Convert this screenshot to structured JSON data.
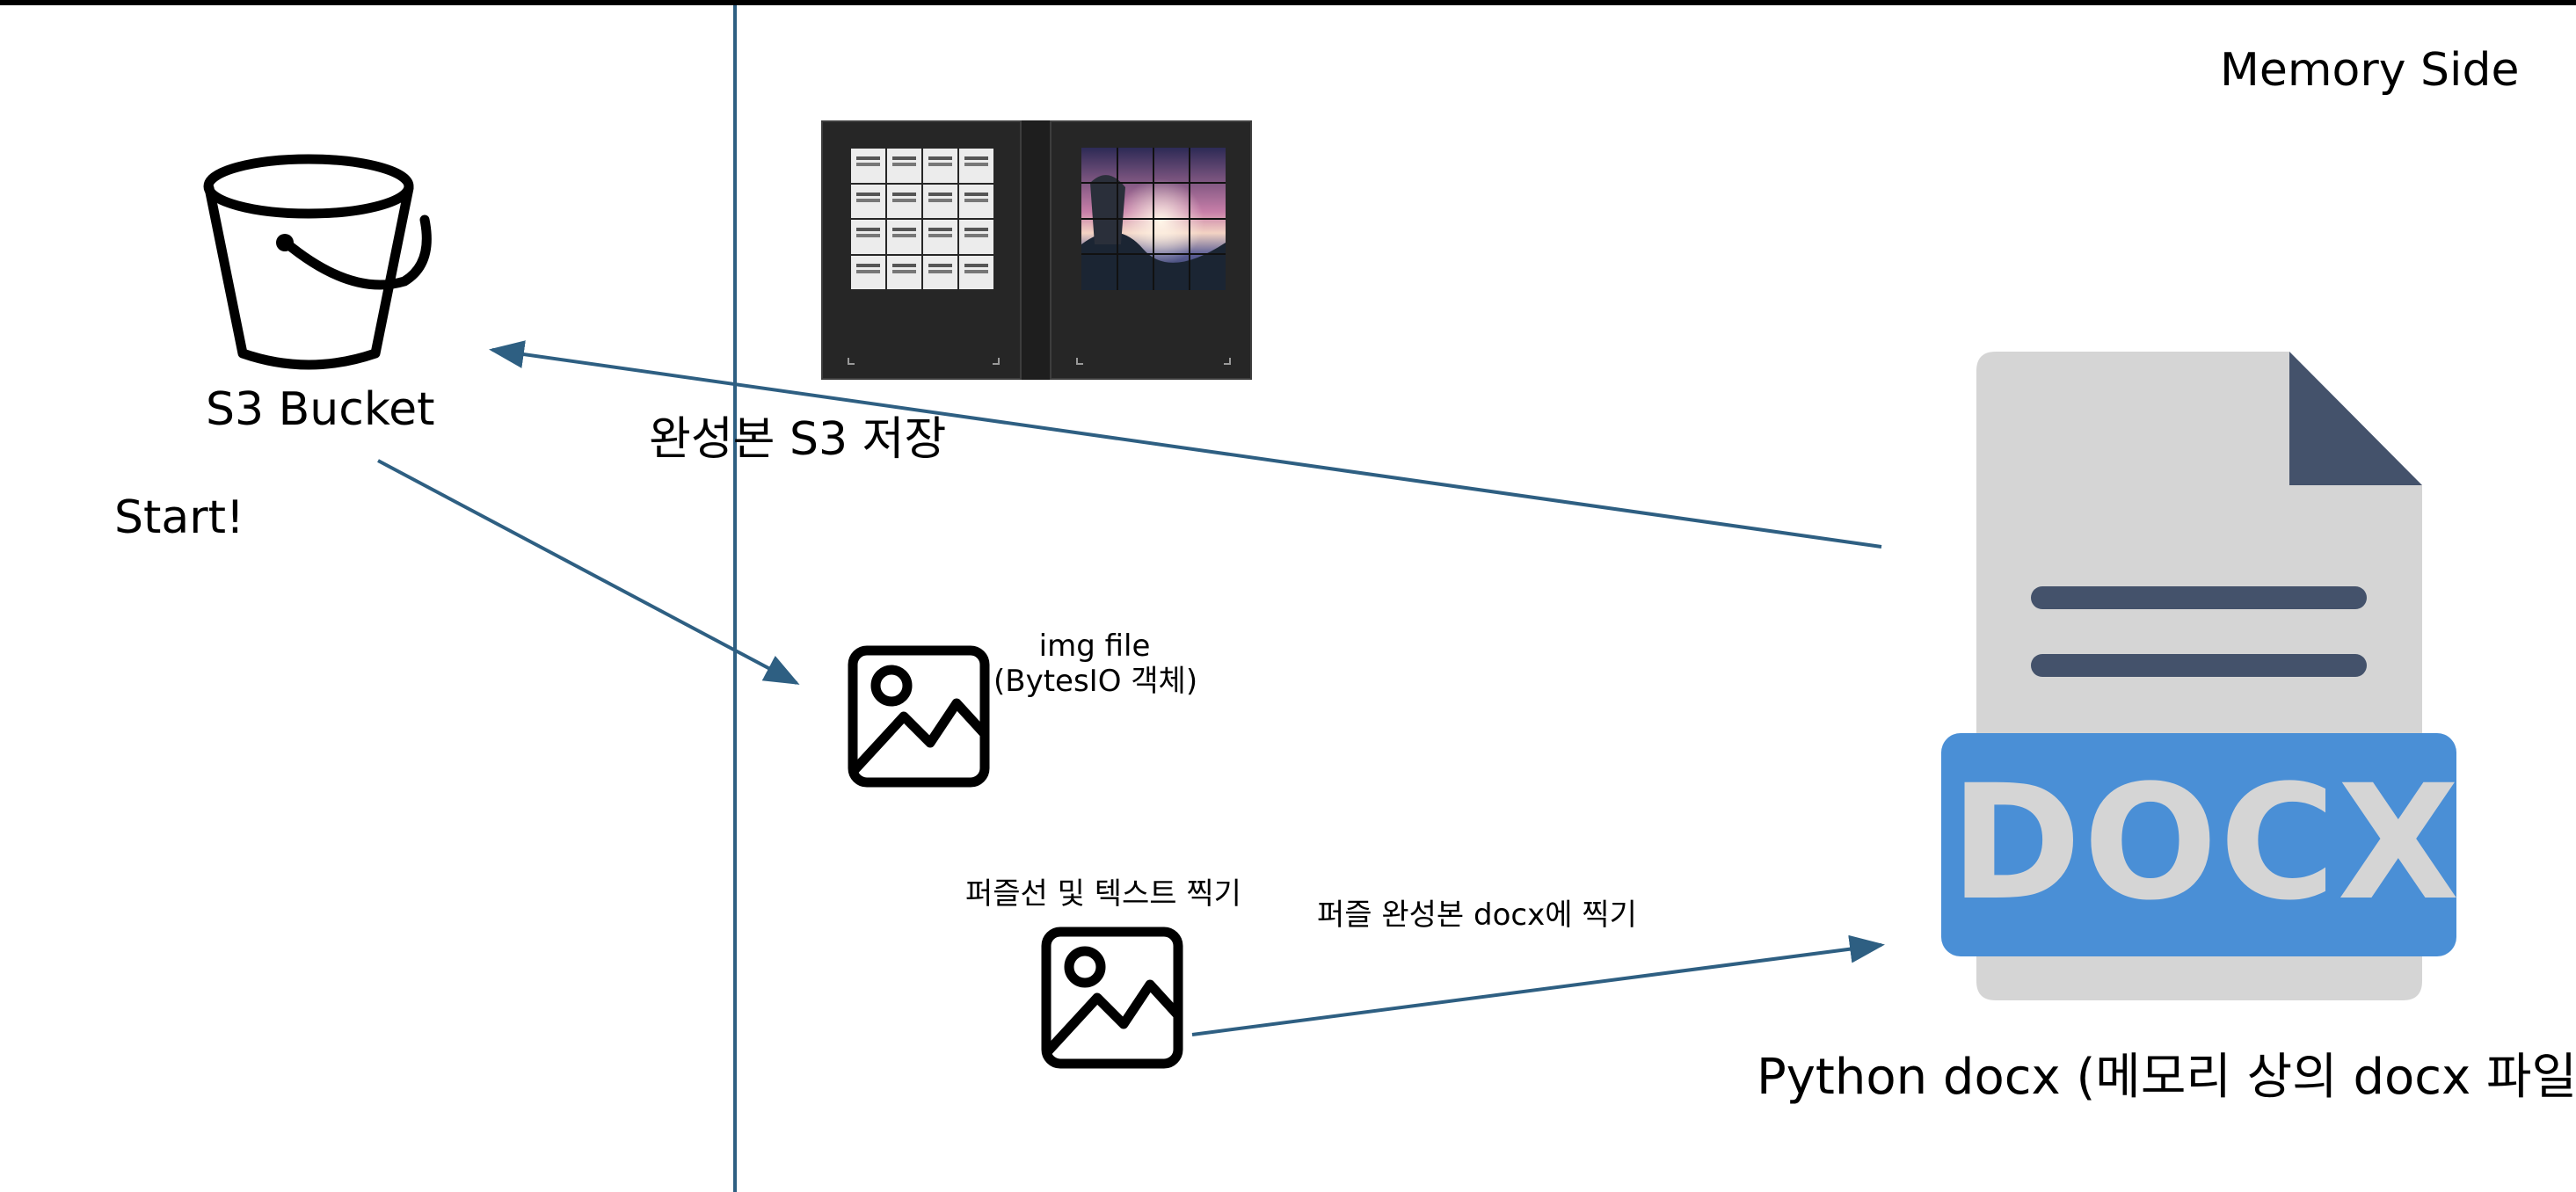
{
  "title": "Memory Side",
  "nodes": {
    "s3_bucket": "S3 Bucket",
    "start": "Start!",
    "s3_save": "완성본 S3 저장",
    "img_file_line1": "img file",
    "img_file_line2": "(BytesIO 객체)",
    "puzzle_lines_text": "퍼즐선 및 텍스트 찍기",
    "puzzle_docx_stamp": "퍼즐 완성본 docx에 찍기",
    "docx_badge": "DOCX",
    "python_docx": "Python docx (메모리 상의 docx 파일)"
  },
  "colors": {
    "arrow": "#2e5f82",
    "docx_blue": "#4a8fd6",
    "docx_fold": "#44526b",
    "docx_body": "#d5d5d5"
  },
  "icons": [
    "bucket-icon",
    "image-file-icon",
    "image-file-icon",
    "docx-file-icon"
  ]
}
